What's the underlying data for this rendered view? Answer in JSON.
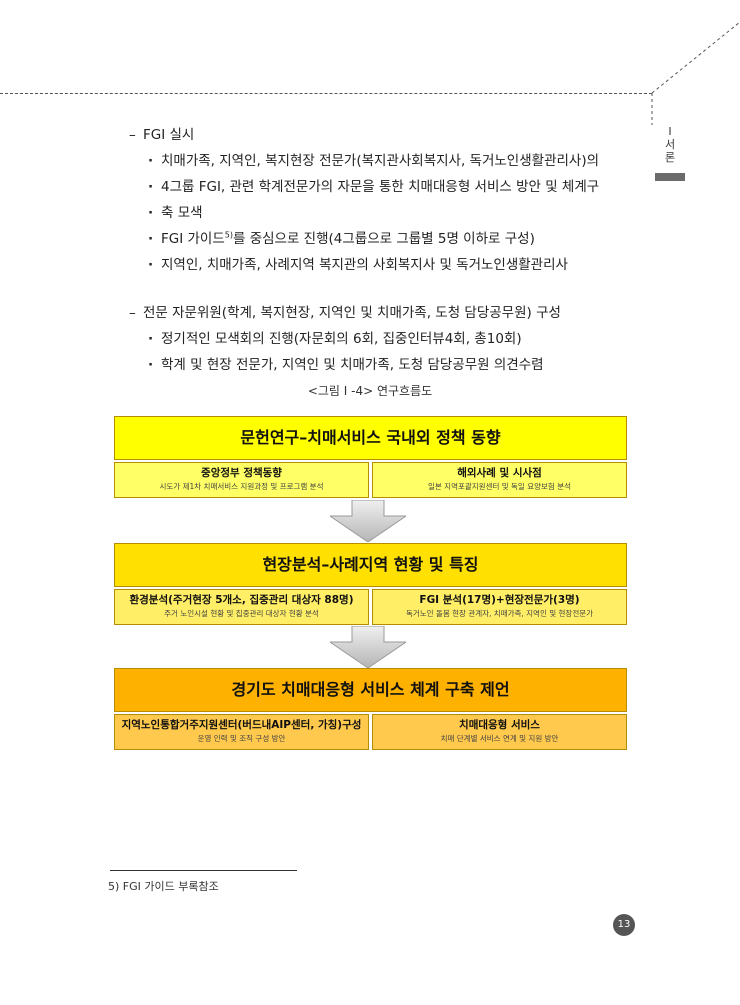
{
  "side_tab": {
    "numeral": "I",
    "chars": [
      "서",
      "론"
    ]
  },
  "section": {
    "h1": "FGI 실시",
    "b1": "치매가족, 지역인, 복지현장 전문가(복지관사회복지사, 독거노인생활관리사)의",
    "b1c1": "4그룹 FGI, 관련 학계전문가의 자문을 통한 치매대응형 서비스 방안 및 체계구",
    "b1c2": "축 모색",
    "b2a": "FGI 가이드",
    "b2sup": "5)",
    "b2b": "를 중심으로 진행(4그룹으로 그룹별 5명 이하로 구성)",
    "b3": "지역인, 치매가족, 사례지역 복지관의 사회복지사 및 독거노인생활관리사",
    "h2": "전문 자문위원(학계, 복지현장, 지역인 및 치매가족, 도청 담당공무원) 구성",
    "b4": "정기적인 모색회의 진행(자문회의 6회, 집중인터뷰4회, 총10회)",
    "b5": "학계 및 현장 전문가, 지역인 및 치매가족, 도청 담당공무원 의견수렴"
  },
  "caption": "<그림 Ⅰ -4> 연구흐름도",
  "flow": {
    "band1": "문헌연구–치매서비스 국내외 정책 동향",
    "band1_left_title": "중앙정부 정책동향",
    "band1_left_sub": "시도가 제1차 치매서비스 지원과정 및 프로그램 분석",
    "band1_right_title": "해외사례 및 시사점",
    "band1_right_sub": "일본 지역포괄지원센터 및 독일 요양보험 분석",
    "band2": "현장분석–사례지역 현황 및 특징",
    "band2_left_title": "환경분석(주거현장 5개소, 집중관리 대상자 88명)",
    "band2_left_sub": "주거 노인시설 현황 및 집중관리 대상자 현황 분석",
    "band2_right_title": "FGI 분석(17명)+현장전문가(3명)",
    "band2_right_sub": "독거노인 돌봄 현장 관계자, 치매가족, 지역인 및 현장전문가",
    "band3": "경기도 치매대응형 서비스 체계 구축 제언",
    "band3_left_title": "지역노인통합거주지원센터(버드내AIP센터, 가칭)구성",
    "band3_left_sub": "운영 인력 및 조직 구성 방안",
    "band3_right_title": "치매대응형 서비스",
    "band3_right_sub": "치매 단계별 서비스 연계 및 지원 방안"
  },
  "footnote": "5) FGI 가이드 부록참조",
  "page_number": "13"
}
